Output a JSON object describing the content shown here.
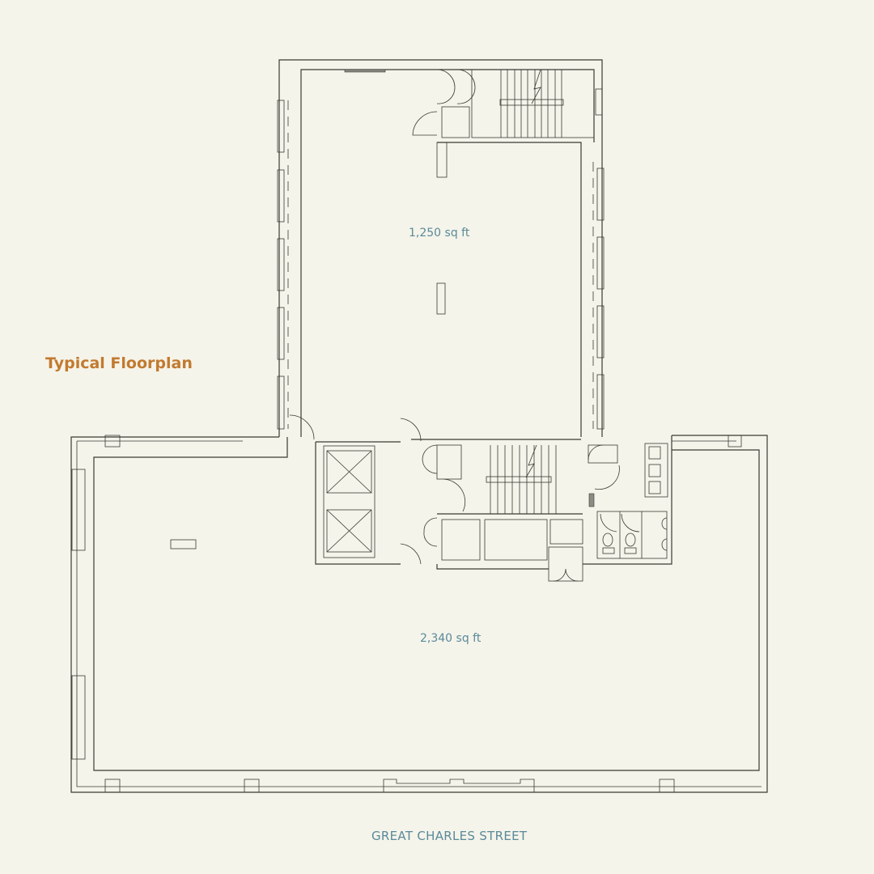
{
  "title": "Typical Floorplan",
  "areas": {
    "upper": "1,250 sq ft",
    "lower": "2,340 sq ft"
  },
  "street": "GREAT CHARLES STREET",
  "colors": {
    "background": "#f5f4ea",
    "title": "#c27a2f",
    "label": "#5a8a9a",
    "line": "#3a3a35"
  }
}
